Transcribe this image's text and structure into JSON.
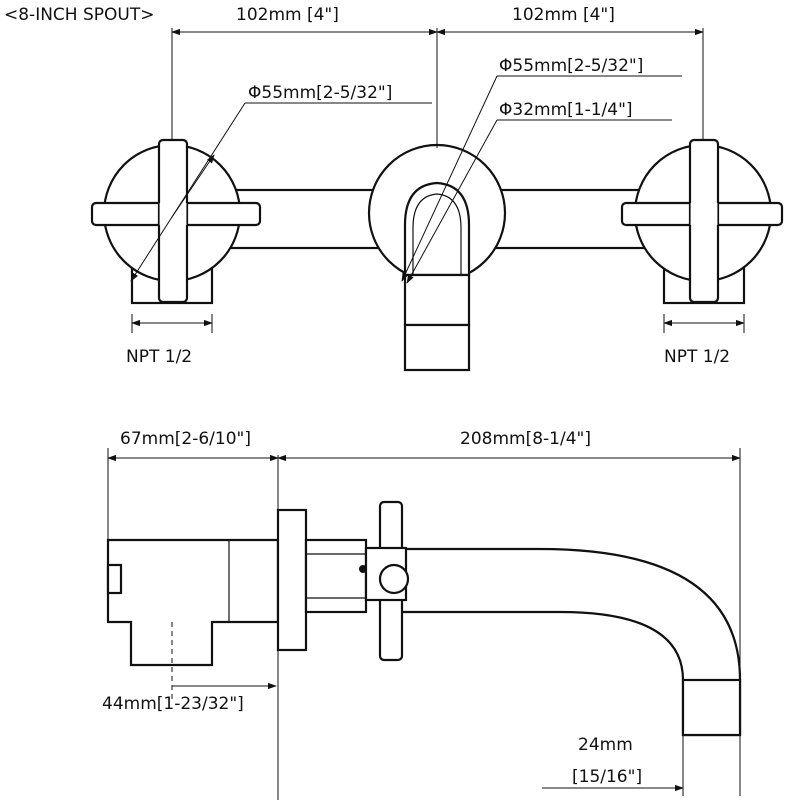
{
  "header": {
    "text": "<8-INCH SPOUT>",
    "color": "#e11b1b"
  },
  "front_view": {
    "left_spacing": "102mm [4\"]",
    "right_spacing": "102mm [4\"]",
    "left_flange_dia": "Φ55mm[2-5/32\"]",
    "spout_flange_dia": "Φ55mm[2-5/32\"]",
    "spout_dia": "Φ32mm[1-1/4\"]",
    "left_npt": "NPT 1/2",
    "right_npt": "NPT 1/2"
  },
  "side_view": {
    "valve_depth": "67mm[2-6/10\"]",
    "spout_reach": "208mm[8-1/4\"]",
    "spout_reach_color": "#1a2fc9",
    "valve_height": "44mm[1-23/32\"]",
    "outlet_dia_mm": "24mm",
    "outlet_dia_in": "[15/16\"]"
  }
}
